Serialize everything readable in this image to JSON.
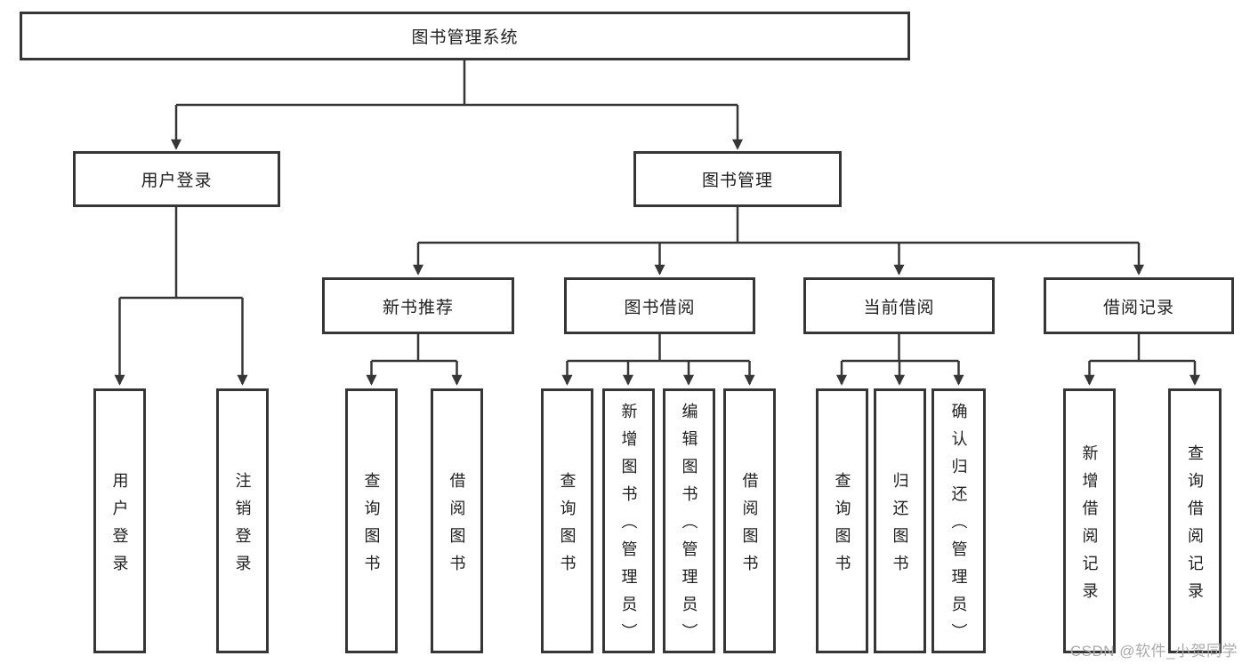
{
  "diagram": {
    "root": "图书管理系统",
    "level2": [
      {
        "label": "用户登录",
        "children": [
          "用户登录",
          "注销登录"
        ]
      },
      {
        "label": "图书管理",
        "children": [
          {
            "label": "新书推荐",
            "children": [
              "查询图书",
              "借阅图书"
            ]
          },
          {
            "label": "图书借阅",
            "children": [
              "查询图书",
              "新增图书（管理员）",
              "编辑图书（管理员）",
              "借阅图书"
            ]
          },
          {
            "label": "当前借阅",
            "children": [
              "查询图书",
              "归还图书",
              "确认归还（管理员）"
            ]
          },
          {
            "label": "借阅记录",
            "children": [
              "新增借阅记录",
              "查询借阅记录"
            ]
          }
        ]
      }
    ]
  },
  "watermark": "CSDN @软件_小贺同学",
  "colors": {
    "line": "#363636",
    "box_border": "#363636",
    "text": "#1f1f1f",
    "watermark": "#ababab",
    "background": "#ffffff"
  }
}
